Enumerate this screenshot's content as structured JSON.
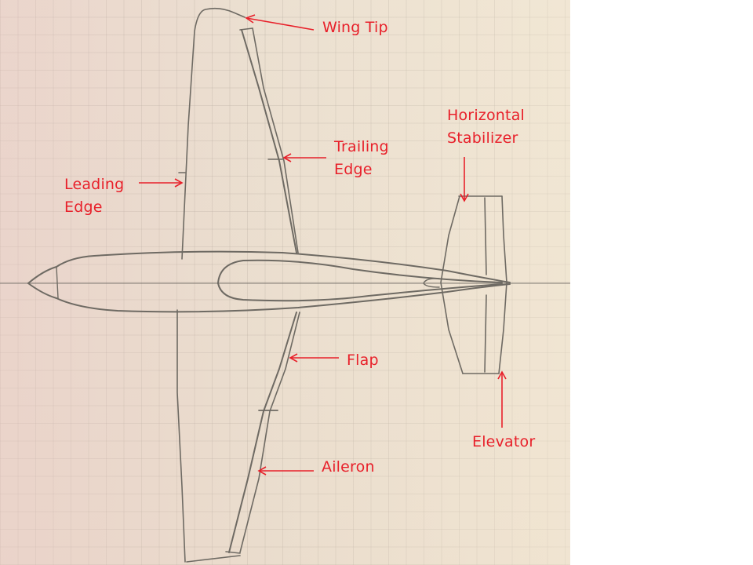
{
  "diagram": {
    "subject": "Aircraft top view pencil sketch on graph paper",
    "annotation_color": "#e8202a",
    "pencil_color": "#6e6a63",
    "paper_color": "#e9ddce",
    "labels": {
      "wing_tip": "Wing Tip",
      "trailing_edge": "Trailing\nEdge",
      "leading_edge": "Leading\nEdge",
      "horizontal_stabilizer": "Horizontal\nStabilizer",
      "flap": "Flap",
      "aileron": "Aileron",
      "elevator": "Elevator"
    }
  }
}
